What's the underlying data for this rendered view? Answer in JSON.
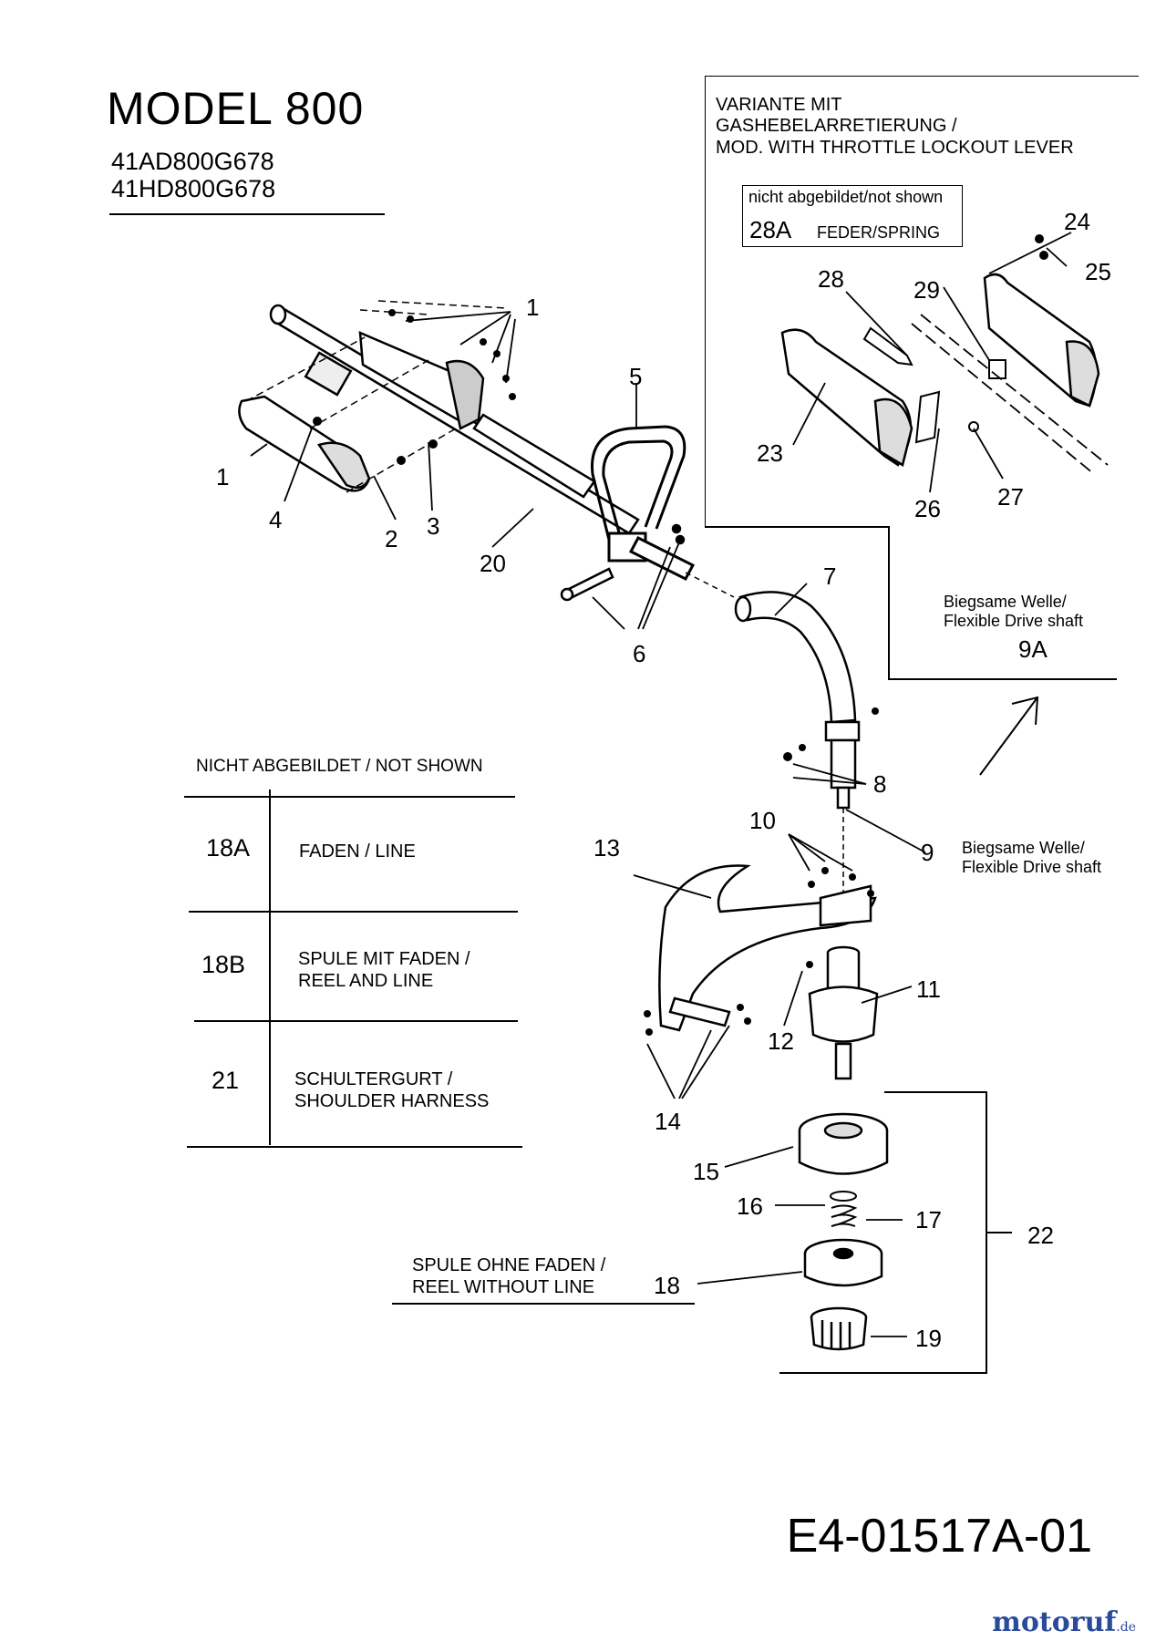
{
  "title": "MODEL  800",
  "model_numbers": [
    "41AD800G678",
    "41HD800G678"
  ],
  "variant": {
    "lines": [
      "VARIANTE MIT",
      "GASHEBELARRETIERUNG /",
      "MOD. WITH THROTTLE LOCKOUT LEVER"
    ],
    "not_shown_box": {
      "title": "nicht abgebildet/not shown",
      "code": "28A",
      "desc": "FEDER/SPRING"
    }
  },
  "flexible_shaft_9a": {
    "label_lines": [
      "Biegsame Welle/",
      "Flexible Drive shaft"
    ],
    "code": "9A"
  },
  "flexible_shaft_9": {
    "label_lines": [
      "Biegsame Welle/",
      "Flexible Drive shaft"
    ]
  },
  "not_shown_table": {
    "title": "NICHT ABGEBILDET / NOT SHOWN",
    "rows": [
      {
        "code": "18A",
        "lines": [
          "FADEN / LINE"
        ]
      },
      {
        "code": "18B",
        "lines": [
          "SPULE MIT FADEN /",
          "REEL AND LINE"
        ]
      },
      {
        "code": "21",
        "lines": [
          "SCHULTERGURT /",
          "SHOULDER HARNESS"
        ]
      }
    ]
  },
  "reel_without_line": {
    "lines": [
      "SPULE OHNE FADEN /",
      "REEL WITHOUT LINE"
    ]
  },
  "callouts": [
    "1",
    "1",
    "2",
    "3",
    "4",
    "5",
    "6",
    "7",
    "8",
    "9",
    "10",
    "11",
    "12",
    "13",
    "14",
    "15",
    "16",
    "17",
    "18",
    "19",
    "20",
    "22",
    "23",
    "24",
    "25",
    "26",
    "27",
    "28",
    "29"
  ],
  "document_code": "E4-01517A-01",
  "logo": {
    "name": "motoruf",
    "tld": ".de"
  }
}
